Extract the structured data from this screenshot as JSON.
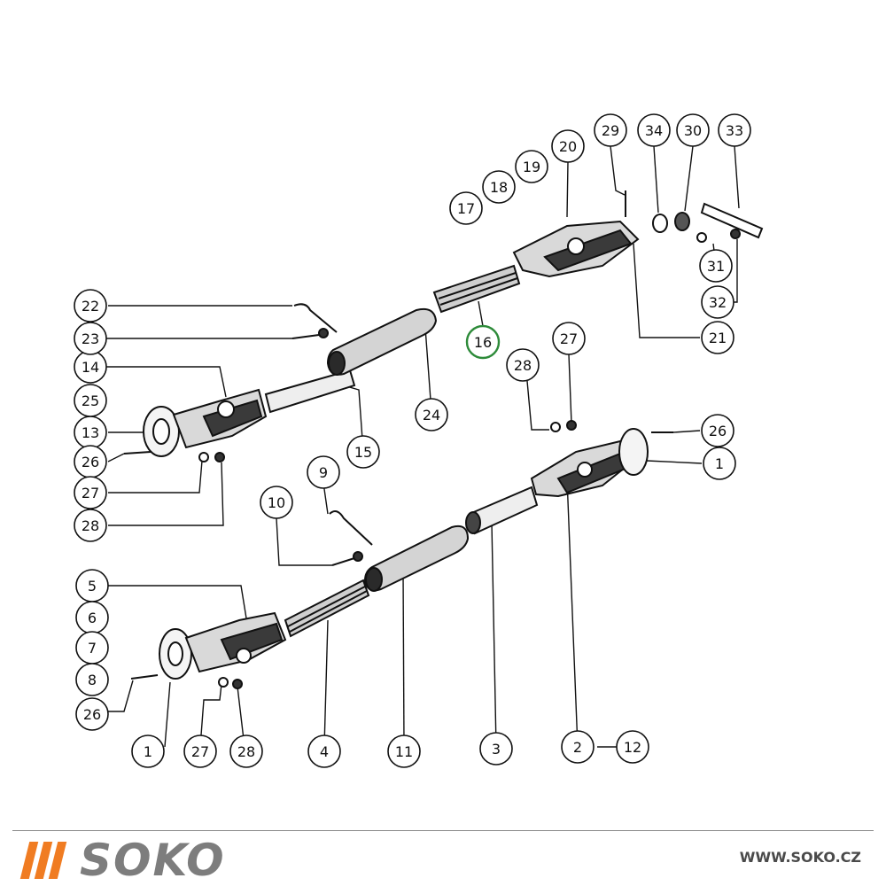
{
  "labels": [
    {
      "id": "l1a",
      "text": "1"
    },
    {
      "id": "l1b",
      "text": "1"
    },
    {
      "id": "l2",
      "text": "2"
    },
    {
      "id": "l3",
      "text": "3"
    },
    {
      "id": "l4",
      "text": "4"
    },
    {
      "id": "l5",
      "text": "5"
    },
    {
      "id": "l6",
      "text": "6"
    },
    {
      "id": "l7",
      "text": "7"
    },
    {
      "id": "l8",
      "text": "8"
    },
    {
      "id": "l9",
      "text": "9"
    },
    {
      "id": "l10",
      "text": "10"
    },
    {
      "id": "l11",
      "text": "11"
    },
    {
      "id": "l12",
      "text": "12"
    },
    {
      "id": "l13",
      "text": "13"
    },
    {
      "id": "l14",
      "text": "14"
    },
    {
      "id": "l15",
      "text": "15"
    },
    {
      "id": "l16",
      "text": "16"
    },
    {
      "id": "l17",
      "text": "17"
    },
    {
      "id": "l18",
      "text": "18"
    },
    {
      "id": "l19",
      "text": "19"
    },
    {
      "id": "l20",
      "text": "20"
    },
    {
      "id": "l21",
      "text": "21"
    },
    {
      "id": "l22",
      "text": "22"
    },
    {
      "id": "l23",
      "text": "23"
    },
    {
      "id": "l24",
      "text": "24"
    },
    {
      "id": "l25",
      "text": "25"
    },
    {
      "id": "l26a",
      "text": "26"
    },
    {
      "id": "l26b",
      "text": "26"
    },
    {
      "id": "l26c",
      "text": "26"
    },
    {
      "id": "l27a",
      "text": "27"
    },
    {
      "id": "l27b",
      "text": "27"
    },
    {
      "id": "l27c",
      "text": "27"
    },
    {
      "id": "l28a",
      "text": "28"
    },
    {
      "id": "l28b",
      "text": "28"
    },
    {
      "id": "l28c",
      "text": "28"
    },
    {
      "id": "l29",
      "text": "29"
    },
    {
      "id": "l30",
      "text": "30"
    },
    {
      "id": "l31",
      "text": "31"
    },
    {
      "id": "l32",
      "text": "32"
    },
    {
      "id": "l33",
      "text": "33"
    },
    {
      "id": "l34",
      "text": "34"
    }
  ],
  "highlight_color": "#2e8b3a",
  "footer": {
    "logo_text": "SOKO",
    "website": "WWW.SOKO.CZ",
    "stripe_color": "#f07c22"
  }
}
